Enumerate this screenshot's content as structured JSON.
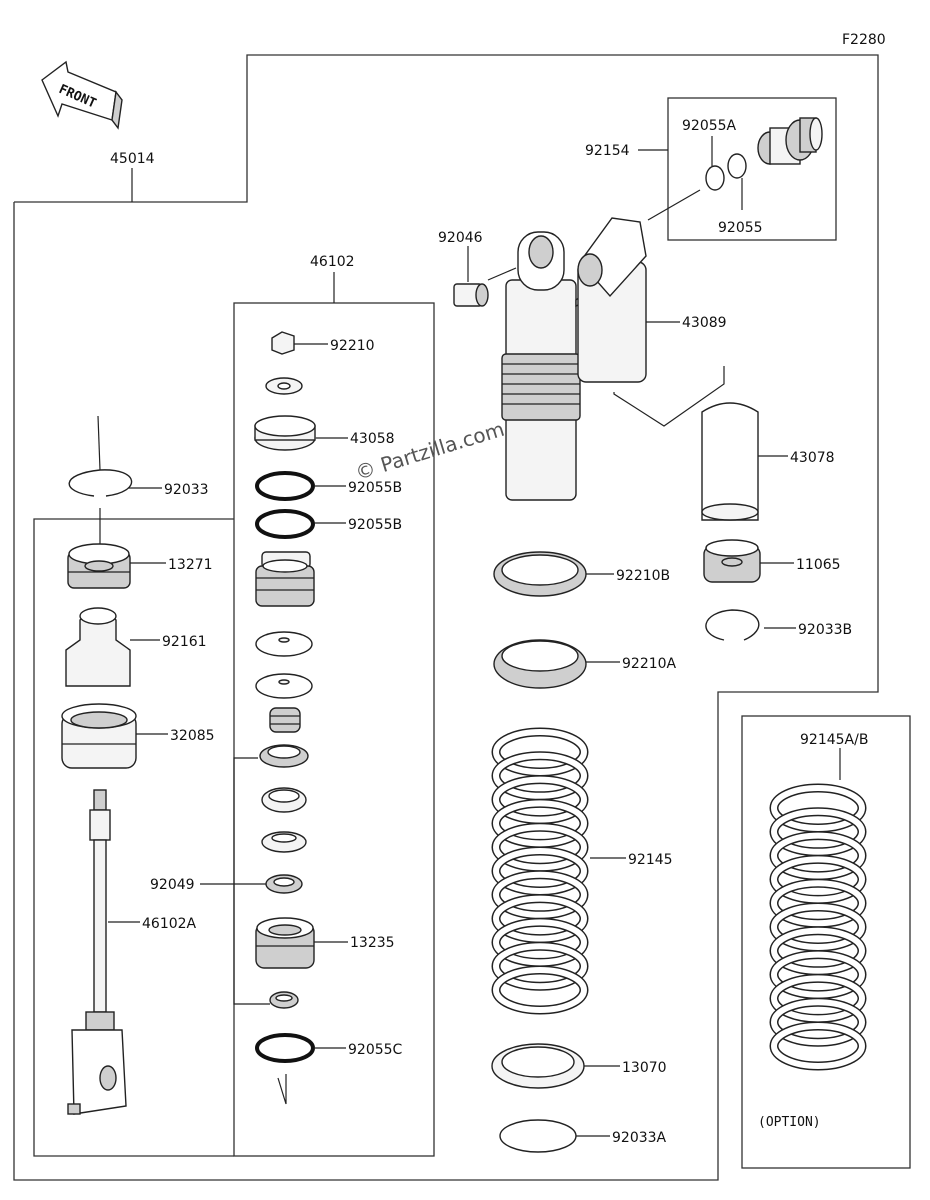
{
  "figure_code": "F2280",
  "front_label": "FRONT",
  "option_label": "(OPTION)",
  "watermark": "© Partzilla.com",
  "parts": {
    "p45014": "45014",
    "p46102": "46102",
    "p92154": "92154",
    "p92055A": "92055A",
    "p92055": "92055",
    "p92046": "92046",
    "p43089": "43089",
    "p43078": "43078",
    "p92210": "92210",
    "p43058": "43058",
    "p92055B_1": "92055B",
    "p92055B_2": "92055B",
    "p92033": "92033",
    "p13271": "13271",
    "p92161": "92161",
    "p32085": "32085",
    "p46102A": "46102A",
    "p92049": "92049",
    "p13235": "13235",
    "p92055C": "92055C",
    "p92210B": "92210B",
    "p92210A": "92210A",
    "p11065": "11065",
    "p92033B": "92033B",
    "p92145": "92145",
    "p13070": "13070",
    "p92033A": "92033A",
    "p92145AB": "92145A/B"
  }
}
